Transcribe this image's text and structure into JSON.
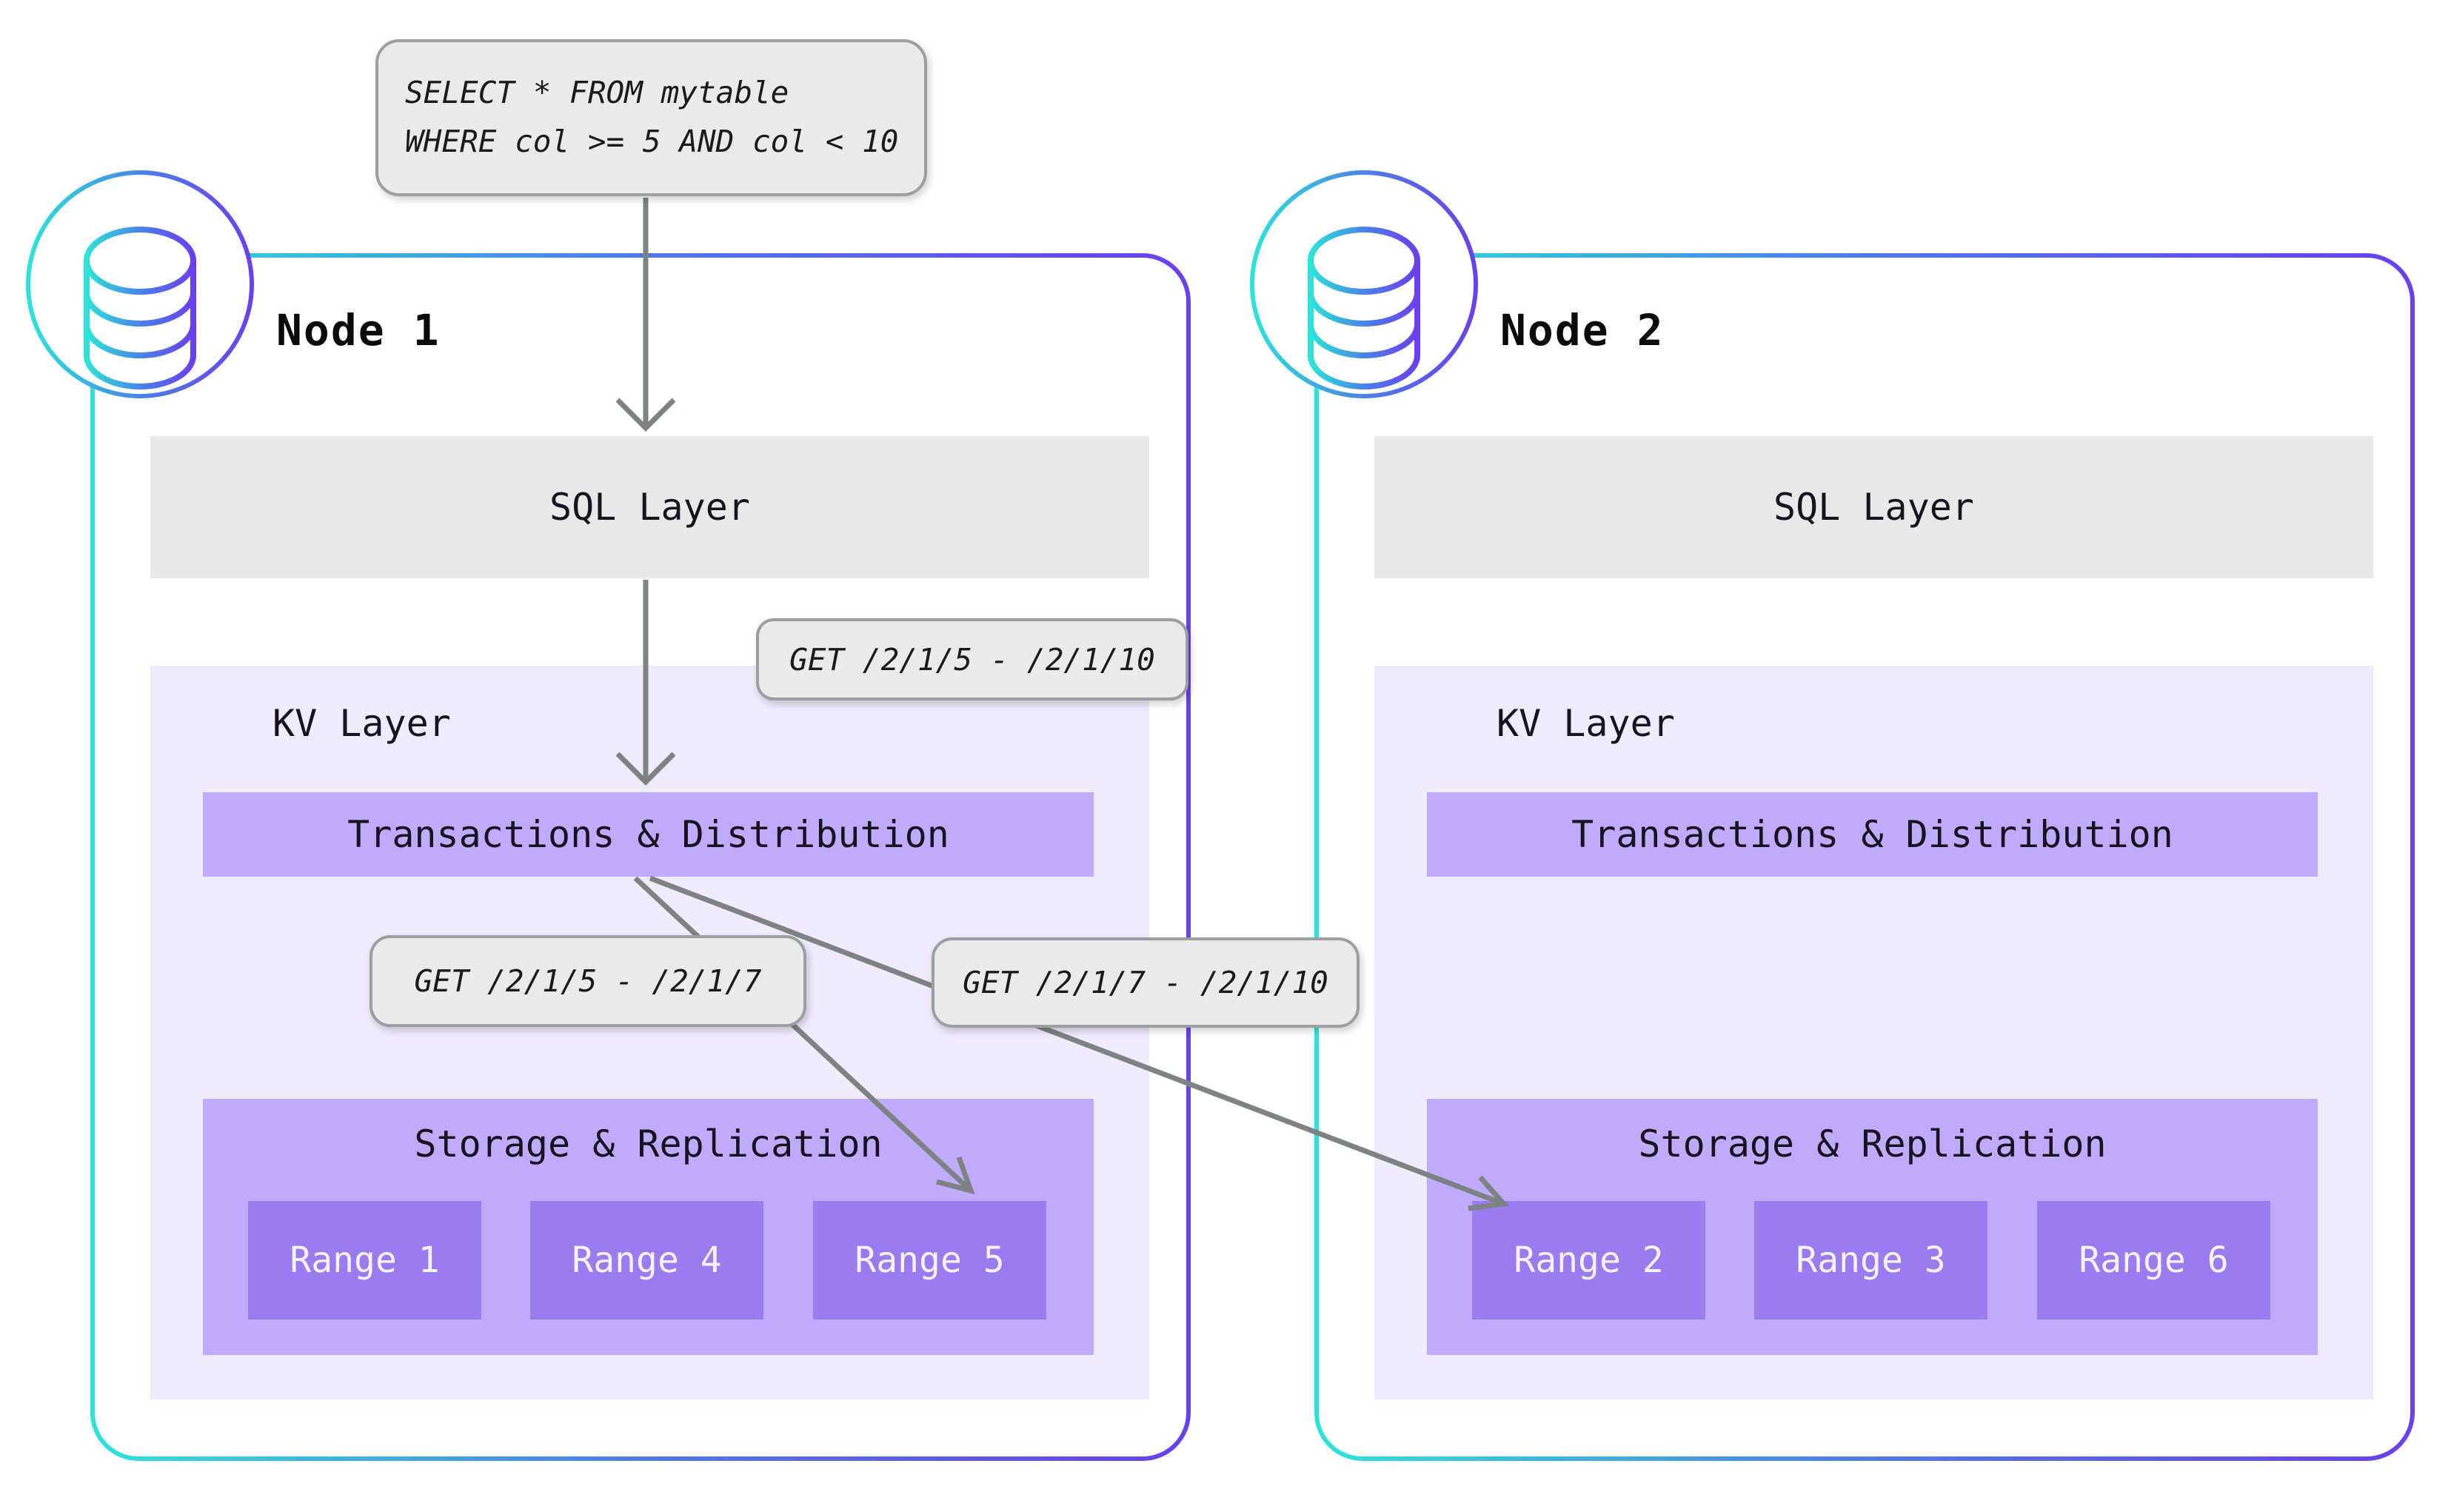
{
  "query_box": {
    "line1": "SELECT * FROM mytable",
    "line2": "WHERE col >= 5 AND col < 10"
  },
  "kv_requests": {
    "sql_to_kv": "GET /2/1/5 - /2/1/10",
    "node1_local": "GET /2/1/5 - /2/1/7",
    "node1_to_node2": "GET /2/1/7 - /2/1/10"
  },
  "nodes": [
    {
      "title": "Node 1",
      "sql_layer_label": "SQL Layer",
      "kv_layer_label": "KV Layer",
      "transactions_label": "Transactions & Distribution",
      "storage_label": "Storage & Replication",
      "ranges": [
        "Range 1",
        "Range 4",
        "Range 5"
      ]
    },
    {
      "title": "Node 2",
      "sql_layer_label": "SQL Layer",
      "kv_layer_label": "KV Layer",
      "transactions_label": "Transactions & Distribution",
      "storage_label": "Storage & Replication",
      "ranges": [
        "Range 2",
        "Range 3",
        "Range 6"
      ]
    }
  ],
  "colors": {
    "node_gradient_start": "#2ae4da",
    "node_gradient_mid": "#4c7be8",
    "node_gradient_end": "#6a3ff0",
    "sql_layer_bg": "#e7e8e8",
    "kv_layer_bg": "#efeafc",
    "purple_bar_bg": "#c0aafb",
    "range_bg": "#9a7cf0",
    "label_bg": "#e9eae9",
    "label_border": "#9aa0a0",
    "arrow": "#7d8282"
  }
}
